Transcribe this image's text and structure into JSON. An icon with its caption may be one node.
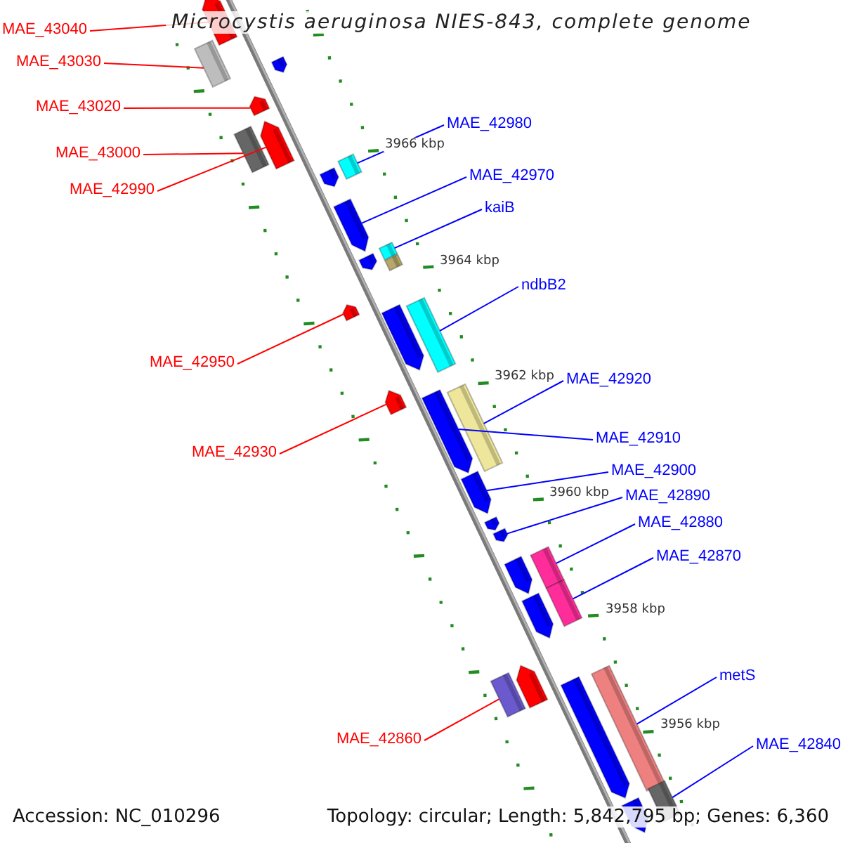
{
  "diagram": {
    "title": "Microcystis aeruginosa NIES-843, complete genome",
    "nodes": [
      {
        "text": [
          "MAE_43040"
        ]
      },
      {
        "text": [
          "MAE_43030"
        ]
      },
      {
        "text": [
          "MAE_43020"
        ]
      },
      {
        "text": [
          "MAE_42980"
        ]
      },
      {
        "text": [
          "MAE_43000"
        ]
      },
      {
        "text": [
          "MAE_42970"
        ]
      },
      {
        "text": [
          "MAE_42990"
        ]
      },
      {
        "text": [
          "kaiB"
        ]
      },
      {
        "text": [
          "ndbB2"
        ]
      },
      {
        "text": [
          "MAE_42950"
        ]
      },
      {
        "text": [
          "MAE_42920"
        ]
      },
      {
        "text": [
          "MAE_42910"
        ]
      },
      {
        "text": [
          "MAE_42930"
        ]
      },
      {
        "text": [
          "MAE_42900"
        ]
      },
      {
        "text": [
          "MAE_42890"
        ]
      },
      {
        "text": [
          "MAE_42880"
        ]
      },
      {
        "text": [
          "MAE_42870"
        ]
      },
      {
        "text": [
          "metS"
        ]
      },
      {
        "text": [
          "MAE_42860"
        ]
      },
      {
        "text": [
          "MAE_42840"
        ]
      },
      {
        "text": [],
        "shape": "arrow"
      },
      {
        "text": [],
        "shape": "box"
      },
      {
        "text": [],
        "shape": "arrow"
      },
      {
        "text": [],
        "shape": "box"
      },
      {
        "text": [],
        "shape": "box"
      },
      {
        "text": [],
        "shape": "arrow"
      },
      {
        "text": [],
        "shape": "arrow"
      },
      {
        "text": [],
        "shape": "box"
      },
      {
        "text": [],
        "shape": "box"
      },
      {
        "text": [],
        "shape": "arrow"
      },
      {
        "text": [],
        "shape": "box"
      },
      {
        "text": [],
        "shape": "arrow"
      },
      {
        "text": [],
        "shape": "arrow"
      },
      {
        "text": [],
        "shape": "arrow"
      },
      {
        "text": [],
        "shape": "arrow"
      },
      {
        "text": [],
        "shape": "box"
      },
      {
        "text": [],
        "shape": "box"
      },
      {
        "text": [],
        "shape": "box"
      },
      {
        "text": [],
        "shape": "box"
      },
      {
        "text": [],
        "shape": "box"
      },
      {
        "text": [],
        "shape": "arrow"
      },
      {
        "text": [],
        "shape": "arrow"
      },
      {
        "text": [],
        "shape": "arrow"
      },
      {
        "text": [],
        "shape": "box"
      },
      {
        "text": [],
        "shape": "arrow"
      },
      {
        "text": [],
        "shape": "arrow"
      },
      {
        "text": [],
        "shape": "arrow"
      },
      {
        "text": [],
        "shape": "arrow"
      },
      {
        "text": [],
        "shape": "arrow"
      },
      {
        "text": [],
        "shape": "arrow"
      },
      {
        "text": [],
        "shape": "arrow"
      }
    ],
    "edges": [
      {
        "from": 0,
        "to": 20,
        "arrow": "none",
        "color": "#ff0000"
      },
      {
        "from": 1,
        "to": 21,
        "arrow": "none",
        "color": "#ff0000"
      },
      {
        "from": 2,
        "to": 22,
        "arrow": "none",
        "color": "#ff0000"
      },
      {
        "from": 3,
        "to": 23,
        "arrow": "none"
      },
      {
        "from": 4,
        "to": 24,
        "arrow": "none",
        "color": "#ff0000"
      },
      {
        "from": 5,
        "to": 25,
        "arrow": "none"
      },
      {
        "from": 6,
        "to": 26,
        "arrow": "none",
        "color": "#ff0000"
      },
      {
        "from": 7,
        "to": 27,
        "arrow": "none"
      },
      {
        "from": 8,
        "to": 28,
        "arrow": "none"
      },
      {
        "from": 9,
        "to": 29,
        "arrow": "none",
        "color": "#ff0000"
      },
      {
        "from": 10,
        "to": 30,
        "arrow": "none"
      },
      {
        "from": 11,
        "to": 31,
        "arrow": "none"
      },
      {
        "from": 12,
        "to": 32,
        "arrow": "none",
        "color": "#ff0000"
      },
      {
        "from": 13,
        "to": 33,
        "arrow": "none"
      },
      {
        "from": 14,
        "to": 34,
        "arrow": "none"
      },
      {
        "from": 15,
        "to": 35,
        "arrow": "none"
      },
      {
        "from": 16,
        "to": 36,
        "arrow": "none"
      },
      {
        "from": 17,
        "to": 37,
        "arrow": "none"
      },
      {
        "from": 18,
        "to": 38,
        "arrow": "none",
        "color": "#ff0000"
      },
      {
        "from": 19,
        "to": 39,
        "arrow": "none"
      }
    ],
    "labels": [
      "3966 kbp",
      "3964 kbp",
      "3962 kbp",
      "3960 kbp",
      "3958 kbp",
      "3956 kbp",
      "Accession: NC_010296",
      "Topology: circular; Length: 5,842,795 bp; Genes: 6,360"
    ]
  }
}
